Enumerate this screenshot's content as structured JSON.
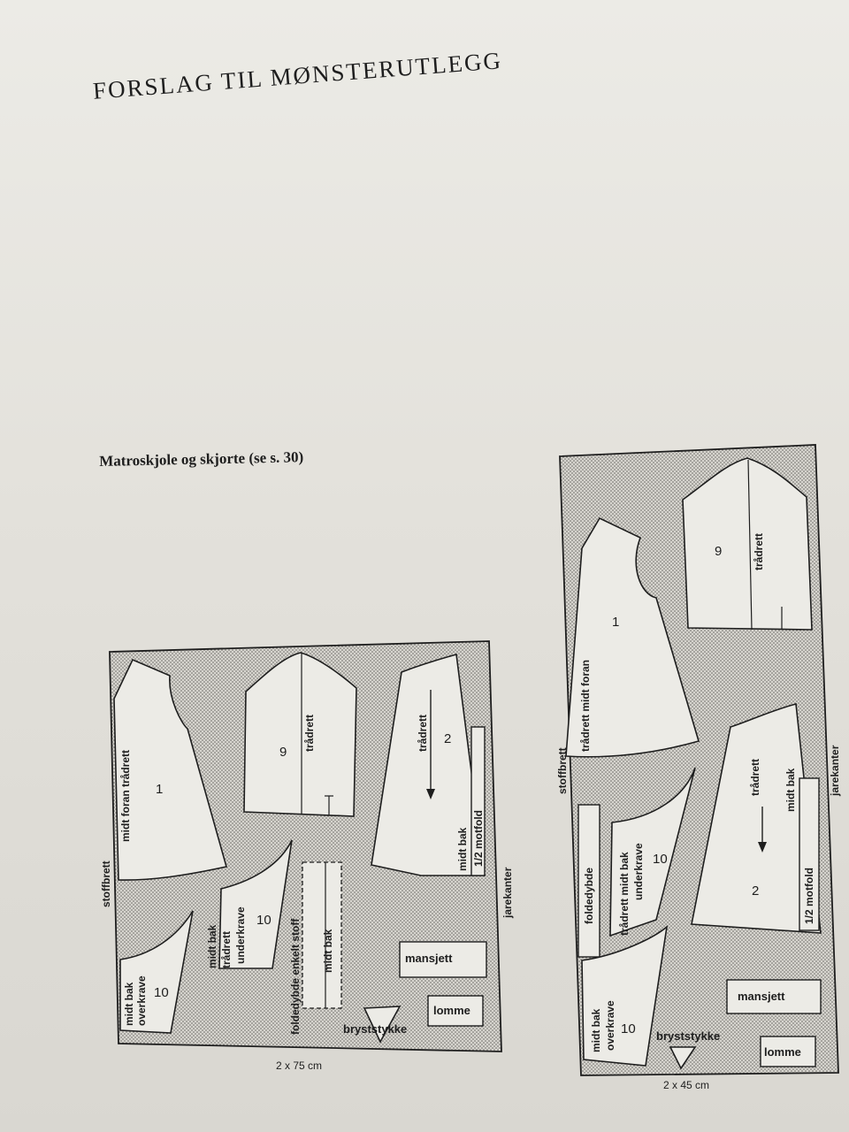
{
  "page": {
    "heading": "FORSLAG TIL MØNSTERUTLEGG",
    "subheading": "Matroskjole og skjorte (se s. 30)"
  },
  "layout_left": {
    "fabric_width": "2 x 75 cm",
    "fold_label": "stoffbrett",
    "selvage_label": "jarekanter",
    "piece_1": {
      "number": "1",
      "label": "midt foran  trådrett"
    },
    "piece_9": {
      "number": "9",
      "label": "trådrett"
    },
    "piece_2": {
      "number": "2",
      "label_grain": "trådrett",
      "label_back": "midt bak",
      "label_fold": "1/2 motfold"
    },
    "piece_10_over": {
      "number": "10",
      "label_a": "midt bak",
      "label_b": "overkrave"
    },
    "piece_10_under": {
      "number": "10",
      "label_a": "midt bak",
      "label_b": "trådrett",
      "label_c": "underkrave"
    },
    "strip": {
      "label_a": "foldedybde  enkelt stoff",
      "label_b": "midt bak"
    },
    "cuff": "mansjett",
    "pocket": "lomme",
    "yoke": "bryststykke"
  },
  "layout_right": {
    "fabric_width": "2 x 45 cm",
    "fold_label": "stoffbrett",
    "selvage_label": "jarekanter",
    "piece_1": {
      "number": "1",
      "label": "trådrett  midt foran"
    },
    "piece_9": {
      "number": "9",
      "label": "trådrett"
    },
    "piece_2": {
      "number": "2",
      "label_grain": "trådrett",
      "label_back": "midt bak",
      "label_fold": "1/2 motfold"
    },
    "fold_depth": "foldedybde",
    "piece_10_under": {
      "number": "10",
      "label_a": "trådrett  midt bak",
      "label_b": "underkrave"
    },
    "piece_10_over": {
      "number": "10",
      "label_a": "midt bak",
      "label_b": "overkrave"
    },
    "cuff": "mansjett",
    "pocket": "lomme",
    "yoke": "bryststykke"
  }
}
